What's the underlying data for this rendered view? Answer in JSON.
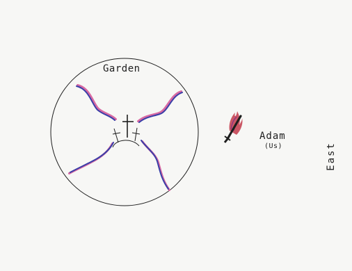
{
  "labels": {
    "garden": "Garden",
    "adam": "Adam",
    "us": "(Us)",
    "east": "East"
  },
  "colors": {
    "ink": "#1e1e1e",
    "stream_blue": "#3a3fa8",
    "stream_pink": "#d86aa3",
    "flame_red": "#c23a4a",
    "paper": "#f7f7f5"
  },
  "icons": {
    "crosses": "three-crosses-icon",
    "sword": "flaming-sword-icon"
  }
}
